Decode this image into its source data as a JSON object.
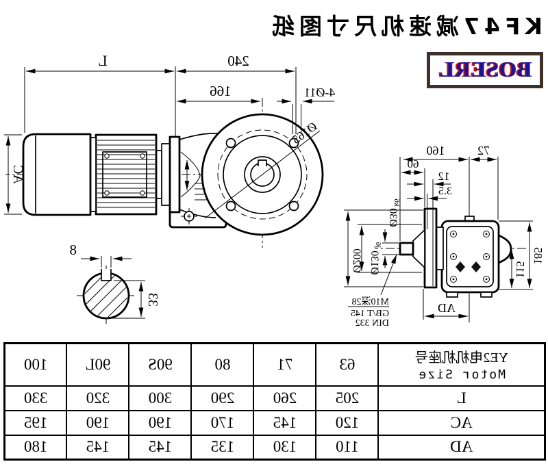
{
  "title": "KF47减速机尺寸图纸",
  "logo": {
    "text": "BOSERL"
  },
  "main_view": {
    "dim_L": "L",
    "dim_240": "240",
    "dim_166": "166",
    "dim_holes": "4-Ø11",
    "dim_bolt_circle": "Ø165",
    "dim_AC": "AC"
  },
  "shaft_section": {
    "dim_key_width": "8",
    "dim_key_height": "33"
  },
  "side_view": {
    "dim_72": "72",
    "dim_160": "160",
    "dim_60": "60",
    "dim_12": "12",
    "dim_3_5": "3.5",
    "dim_d200": "Ø200",
    "dim_d130": "Ø130",
    "fit_d130": "j6",
    "dim_d30": "Ø30",
    "fit_d30": "k6",
    "center_hole": "M10深28",
    "std_gb": "GB/T 145",
    "std_din": "DIN 332",
    "dim_AD": "AD",
    "dim_115": "115",
    "dim_185": "185"
  },
  "table": {
    "header_cn": "YE2电机机座号",
    "header_en": "Motor Size",
    "columns": [
      "63",
      "71",
      "80",
      "90S",
      "90L",
      "100"
    ],
    "rows": [
      {
        "label": "L",
        "values": [
          "205",
          "260",
          "290",
          "300",
          "320",
          "330"
        ]
      },
      {
        "label": "AC",
        "values": [
          "120",
          "145",
          "170",
          "190",
          "190",
          "195"
        ]
      },
      {
        "label": "AD",
        "values": [
          "110",
          "130",
          "135",
          "145",
          "145",
          "180"
        ]
      }
    ]
  },
  "colors": {
    "line": "#000000",
    "logo_border": "#40302a",
    "logo_text": "#16169c",
    "logo_accent": "#cc1111"
  }
}
